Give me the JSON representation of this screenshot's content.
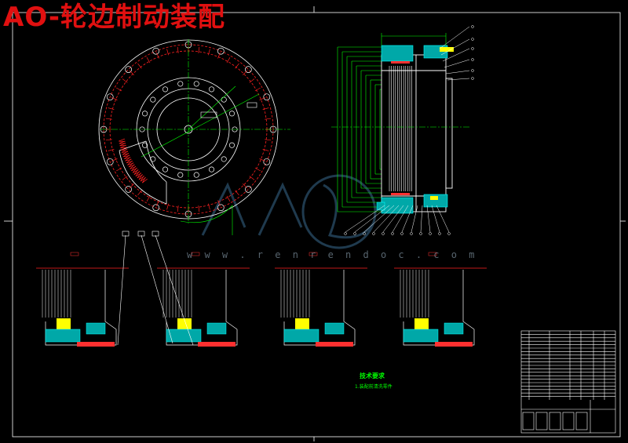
{
  "header": {
    "title": "AO-轮边制动装配"
  },
  "watermark": {
    "url": "w w w . r e n r e n d o c . c o m"
  },
  "notes": {
    "heading": "技术要求",
    "line1": "1.装配前清洗零件"
  },
  "colors": {
    "background": "#000000",
    "frame": "#ffffff",
    "title": "#e01010",
    "outline": "#ffffff",
    "hidden_line": "#ff2020",
    "dimension": "#00ff00",
    "hatch": "#00c0c0",
    "highlight": "#ffff00",
    "watermark": "#3a6b8e"
  },
  "icons": {
    "watermark_logo": "renrendoc-logo"
  }
}
